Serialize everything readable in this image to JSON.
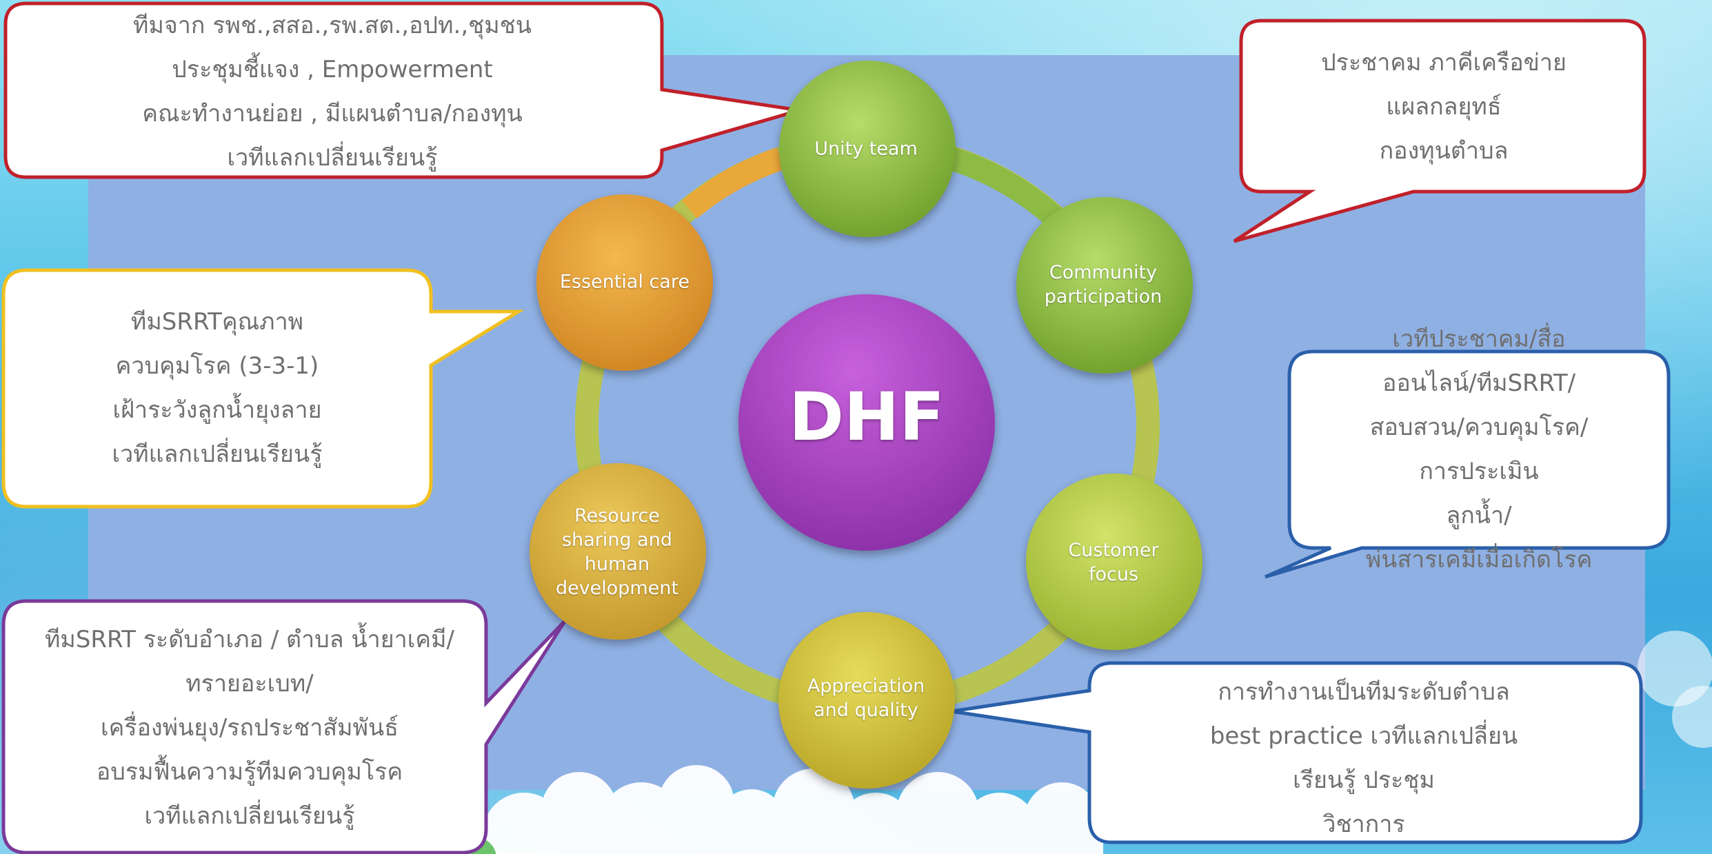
{
  "diagram": {
    "center": "DHF",
    "nodes": {
      "unity": "Unity  team",
      "community": "Community\nparticipation",
      "customer": "Customer\nfocus",
      "appreciation": "Appreciation\nand quality",
      "resource": "Resource\nsharing and\nhuman\ndevelopment",
      "essential": "Essential care"
    }
  },
  "callouts": {
    "top_left": "ทีมจาก รพช.,สสอ.,รพ.สต.,อปท.,ชุมชน\nประชุมชี้แจง  , Empowerment\nคณะทำงานย่อย , มีแผนตำบล/กองทุน\nเวทีแลกเปลี่ยนเรียนรู้",
    "top_right": "ประชาคม  ภาคีเครือข่าย\nแผลกลยุทธ์\nกองทุนตำบล",
    "mid_left": "ทีมSRRTคุณภาพ\nควบคุมโรค (3-3-1)\nเฝ้าระวังลูกน้ำยุงลาย\nเวทีแลกเปลี่ยนเรียนรู้",
    "mid_right": "เวทีประชาคม/สื่อออนไลน์/ทีมSRRT/\nสอบสวน/ควบคุมโรค/การประเมิน\nลูกน้ำ/\nพ่นสารเคมีเมื่อเกิดโรค",
    "bottom_left": "ทีมSRRT ระดับอำเภอ / ตำบล น้ำยาเคมี/\nทรายอะเบท/\nเครื่องพ่นยุง/รถประชาสัมพันธ์\nอบรมฟื้นความรู้ทีมควบคุมโรค\nเวทีแลกเปลี่ยนเรียนรู้",
    "bottom_right": "การทำงานเป็นทีมระดับตำบล\nbest practice เวทีแลกเปลี่ยนเรียนรู้ ประชุม\nวิชาการ"
  },
  "colors": {
    "red_border": "#c0202a",
    "yellow_border": "#f0c020",
    "blue_border": "#2a5faa",
    "purple_border": "#7a3a9a",
    "center_fill": "#a53fc0",
    "green_node": "#86b83c",
    "orange_node": "#e8a030",
    "gold_node": "#d6b23a",
    "ring": "#b8c84a"
  }
}
